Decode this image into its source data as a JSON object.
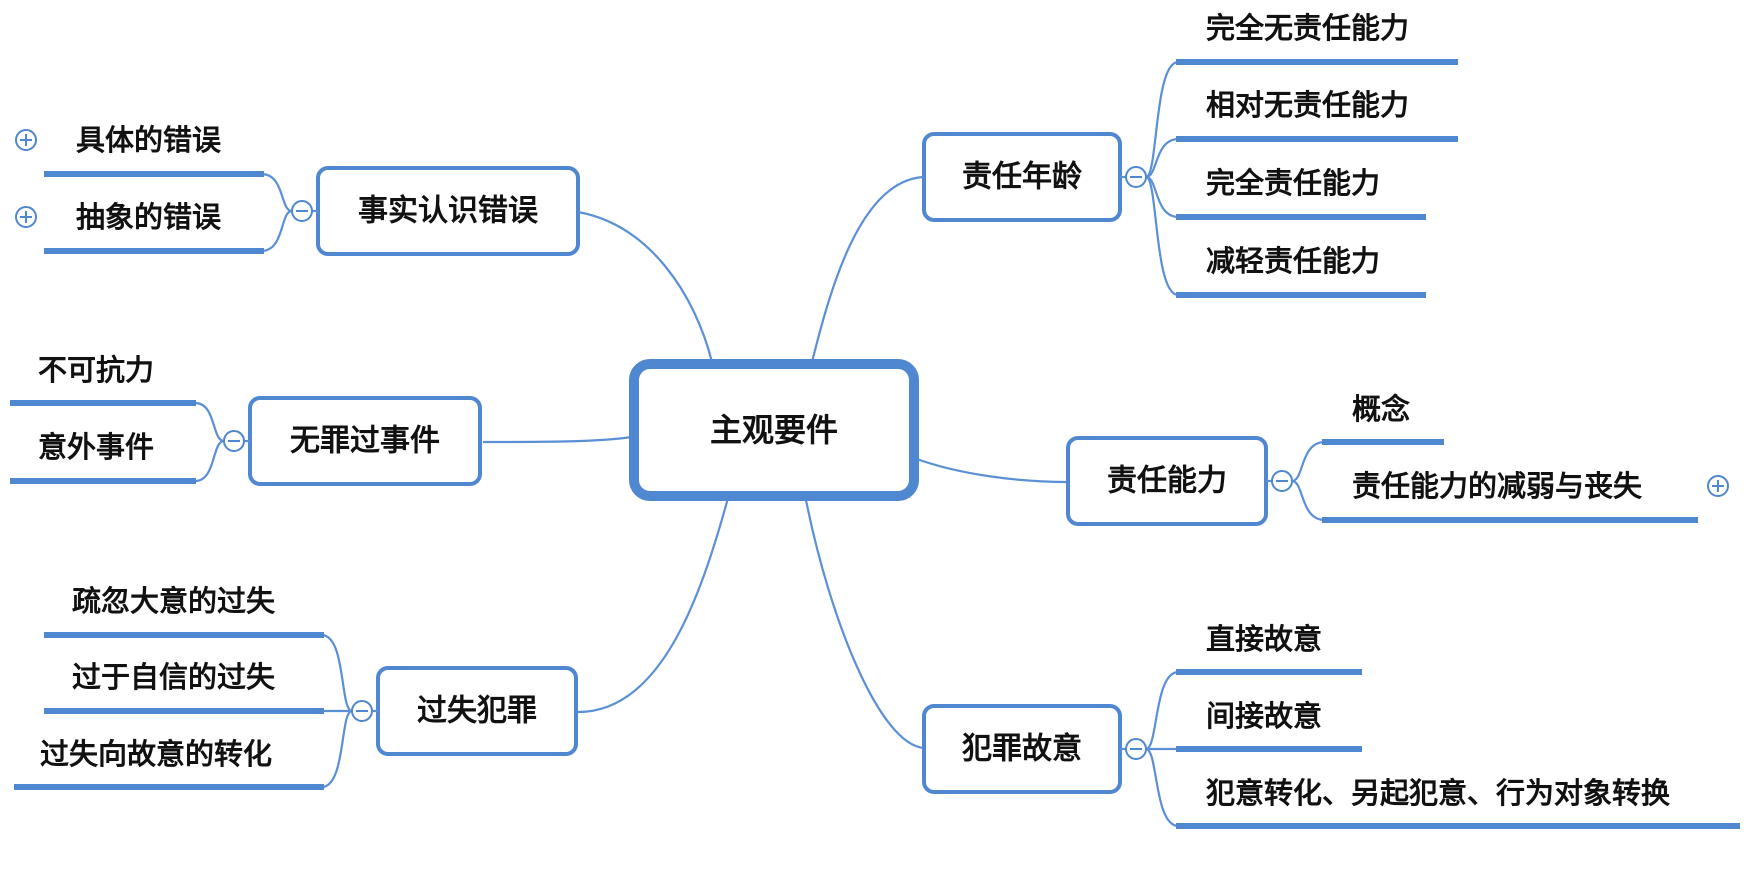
{
  "root": {
    "label": "主观要件"
  },
  "branches": {
    "fact_error": {
      "label": "事实认识错误",
      "toggle": "collapse",
      "children": [
        {
          "label": "具体的错误",
          "toggle": "expand"
        },
        {
          "label": "抽象的错误",
          "toggle": "expand"
        }
      ]
    },
    "no_fault": {
      "label": "无罪过事件",
      "toggle": "collapse",
      "children": [
        {
          "label": "不可抗力"
        },
        {
          "label": "意外事件"
        }
      ]
    },
    "negligence": {
      "label": "过失犯罪",
      "toggle": "collapse",
      "children": [
        {
          "label": "疏忽大意的过失"
        },
        {
          "label": "过于自信的过失"
        },
        {
          "label": "过失向故意的转化"
        }
      ]
    },
    "age": {
      "label": "责任年龄",
      "toggle": "collapse",
      "children": [
        {
          "label": "完全无责任能力"
        },
        {
          "label": "相对无责任能力"
        },
        {
          "label": "完全责任能力"
        },
        {
          "label": "减轻责任能力"
        }
      ]
    },
    "capacity": {
      "label": "责任能力",
      "toggle": "collapse",
      "children": [
        {
          "label": "概念"
        },
        {
          "label": "责任能力的减弱与丧失",
          "toggle": "expand"
        }
      ]
    },
    "intent": {
      "label": "犯罪故意",
      "toggle": "collapse",
      "children": [
        {
          "label": "直接故意"
        },
        {
          "label": "间接故意"
        },
        {
          "label": "犯意转化、另起犯意、行为对象转换"
        }
      ]
    }
  },
  "colors": {
    "accent": "#4f87d0",
    "connector": "#5b8fd6",
    "text": "#111111",
    "background": "#ffffff"
  }
}
